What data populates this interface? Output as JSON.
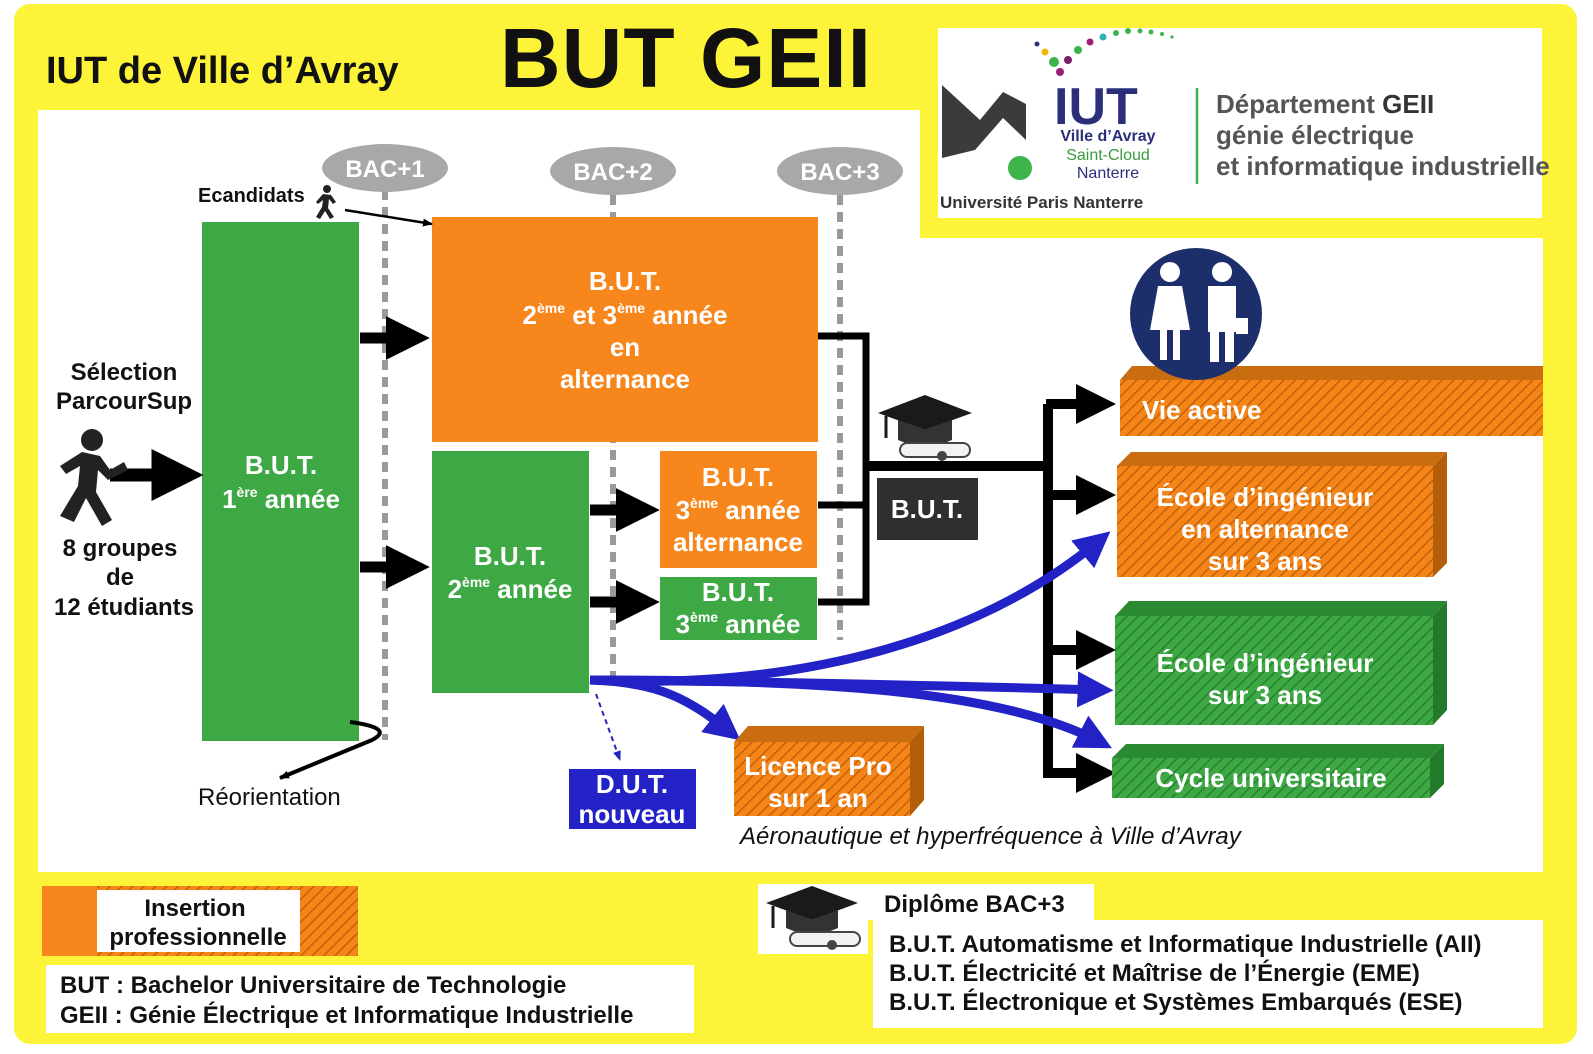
{
  "header": {
    "left_title": "IUT de Ville d’Avray",
    "main_title": "BUT GEII"
  },
  "logo": {
    "iut": "IUT",
    "campus1": "Ville d’Avray",
    "campus2": "Saint-Cloud",
    "campus3": "Nanterre",
    "university": "Université Paris Nanterre",
    "dept_prefix": "Département ",
    "dept_bold": "GEII",
    "dept_line2": "génie électrique",
    "dept_line3": "et informatique industrielle"
  },
  "milestones": [
    "BAC+1",
    "BAC+2",
    "BAC+3"
  ],
  "entry": {
    "ecandidats": "Ecandidats",
    "selection_line1": "Sélection",
    "selection_line2": "ParcourSup",
    "groups_line1": "8 groupes",
    "groups_line2": "de",
    "groups_line3": "12 étudiants",
    "reorientation": "Réorientation"
  },
  "boxes": {
    "year1": {
      "l1": "B.U.T.",
      "l2a": "1",
      "l2sup": "ère",
      "l2b": " année"
    },
    "alternance": {
      "l1": "B.U.T.",
      "l2a": "2",
      "l2sup": "ème",
      "l2b": " et 3",
      "l2sup2": "ème",
      "l2c": " année",
      "l3": "en",
      "l4": "alternance"
    },
    "year2": {
      "l1": "B.U.T.",
      "l2a": "2",
      "l2sup": "ème",
      "l2b": " année"
    },
    "year3_alt": {
      "l1": "B.U.T.",
      "l2a": "3",
      "l2sup": "ème",
      "l2b": " année",
      "l3": "alternance"
    },
    "year3": {
      "l1": "B.U.T.",
      "l2a": "3",
      "l2sup": "ème",
      "l2b": " année"
    },
    "diploma": "B.U.T.",
    "dut": {
      "l1": "D.U.T.",
      "l2": "nouveau"
    }
  },
  "outcomes": {
    "vie_active": "Vie active",
    "ecole_alt": {
      "l1": "École d’ingénieur",
      "l2": "en alternance",
      "l3": "sur 3 ans"
    },
    "ecole": {
      "l1": "École d’ingénieur",
      "l2": "sur 3 ans"
    },
    "cycle": "Cycle universitaire",
    "licence": {
      "l1": "Licence Pro",
      "l2": "sur 1 an"
    },
    "licence_note": "Aéronautique et hyperfréquence à Ville d’Avray"
  },
  "legend": {
    "insertion_l1": "Insertion",
    "insertion_l2": "professionnelle",
    "but_def": "BUT : Bachelor Universitaire de Technologie",
    "geii_def": "GEII : Génie Électrique et Informatique Industrielle",
    "diplome_title": "Diplôme BAC+3",
    "parcours": [
      "B.U.T. Automatisme et Informatique Industrielle (AII)",
      "B.U.T. Électricité et Maîtrise de l’Énergie (EME)",
      "B.U.T. Électronique et Systèmes Embarqués (ESE)"
    ]
  },
  "colors": {
    "background": "#fdf43a",
    "orange": "#f7861c",
    "green": "#3da844",
    "blue": "#2222c6",
    "dark": "#2f2f2f",
    "milestone_grey": "#a8a8a8"
  }
}
